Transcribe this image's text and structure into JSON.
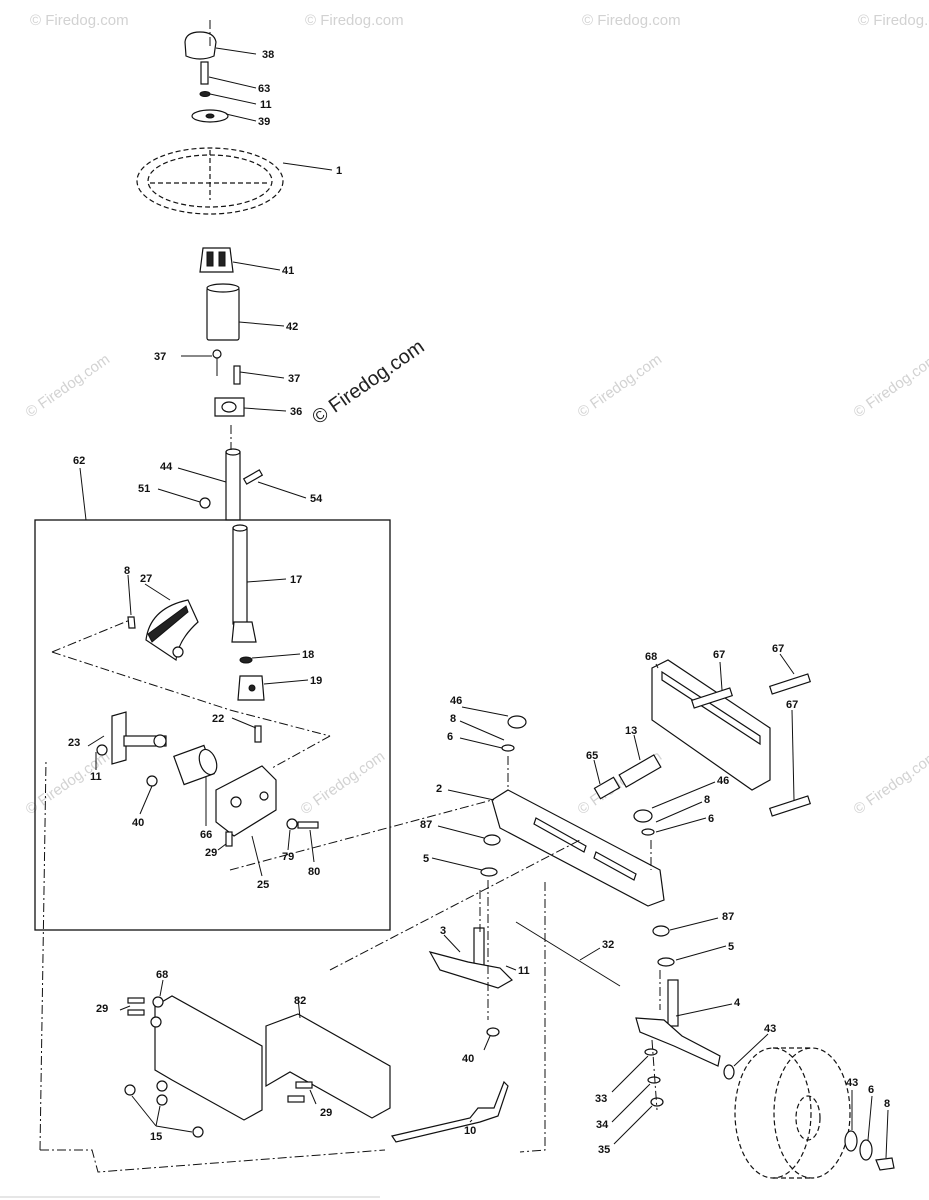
{
  "watermark": {
    "main": "© Firedog.com",
    "repeat": "© Firedog.com"
  },
  "parts": [
    {
      "id": "38",
      "label": "38"
    },
    {
      "id": "63",
      "label": "63"
    },
    {
      "id": "11a",
      "label": "11"
    },
    {
      "id": "39",
      "label": "39"
    },
    {
      "id": "1",
      "label": "1"
    },
    {
      "id": "41",
      "label": "41"
    },
    {
      "id": "42",
      "label": "42"
    },
    {
      "id": "37a",
      "label": "37"
    },
    {
      "id": "37b",
      "label": "37"
    },
    {
      "id": "36",
      "label": "36"
    },
    {
      "id": "62",
      "label": "62"
    },
    {
      "id": "44",
      "label": "44"
    },
    {
      "id": "51",
      "label": "51"
    },
    {
      "id": "54",
      "label": "54"
    },
    {
      "id": "8a",
      "label": "8"
    },
    {
      "id": "27",
      "label": "27"
    },
    {
      "id": "17",
      "label": "17"
    },
    {
      "id": "18",
      "label": "18"
    },
    {
      "id": "19",
      "label": "19"
    },
    {
      "id": "22",
      "label": "22"
    },
    {
      "id": "23",
      "label": "23"
    },
    {
      "id": "11b",
      "label": "11"
    },
    {
      "id": "40a",
      "label": "40"
    },
    {
      "id": "66",
      "label": "66"
    },
    {
      "id": "29a",
      "label": "29"
    },
    {
      "id": "79",
      "label": "79"
    },
    {
      "id": "80",
      "label": "80"
    },
    {
      "id": "25",
      "label": "25"
    },
    {
      "id": "68a",
      "label": "68"
    },
    {
      "id": "67a",
      "label": "67"
    },
    {
      "id": "67b",
      "label": "67"
    },
    {
      "id": "67c",
      "label": "67"
    },
    {
      "id": "46a",
      "label": "46"
    },
    {
      "id": "8b",
      "label": "8"
    },
    {
      "id": "6a",
      "label": "6"
    },
    {
      "id": "13",
      "label": "13"
    },
    {
      "id": "65",
      "label": "65"
    },
    {
      "id": "2",
      "label": "2"
    },
    {
      "id": "46b",
      "label": "46"
    },
    {
      "id": "8c",
      "label": "8"
    },
    {
      "id": "6b",
      "label": "6"
    },
    {
      "id": "87a",
      "label": "87"
    },
    {
      "id": "5a",
      "label": "5"
    },
    {
      "id": "87b",
      "label": "87"
    },
    {
      "id": "5b",
      "label": "5"
    },
    {
      "id": "3",
      "label": "3"
    },
    {
      "id": "32",
      "label": "32"
    },
    {
      "id": "11c",
      "label": "11"
    },
    {
      "id": "68b",
      "label": "68"
    },
    {
      "id": "29b",
      "label": "29"
    },
    {
      "id": "82",
      "label": "82"
    },
    {
      "id": "40b",
      "label": "40"
    },
    {
      "id": "4",
      "label": "4"
    },
    {
      "id": "43a",
      "label": "43"
    },
    {
      "id": "29c",
      "label": "29"
    },
    {
      "id": "15",
      "label": "15"
    },
    {
      "id": "10",
      "label": "10"
    },
    {
      "id": "33",
      "label": "33"
    },
    {
      "id": "34",
      "label": "34"
    },
    {
      "id": "35",
      "label": "35"
    },
    {
      "id": "43b",
      "label": "43"
    },
    {
      "id": "6c",
      "label": "6"
    },
    {
      "id": "8d",
      "label": "8"
    }
  ]
}
